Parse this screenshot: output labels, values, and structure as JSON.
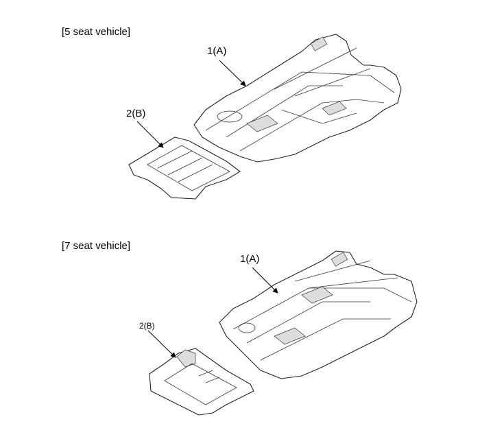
{
  "sections": [
    {
      "title": "[5 seat vehicle]",
      "callouts": [
        {
          "label": "1(A)"
        },
        {
          "label": "2(B)"
        }
      ]
    },
    {
      "title": "[7 seat vehicle]",
      "callouts": [
        {
          "label": "1(A)"
        },
        {
          "label": "2(B)"
        }
      ]
    }
  ]
}
